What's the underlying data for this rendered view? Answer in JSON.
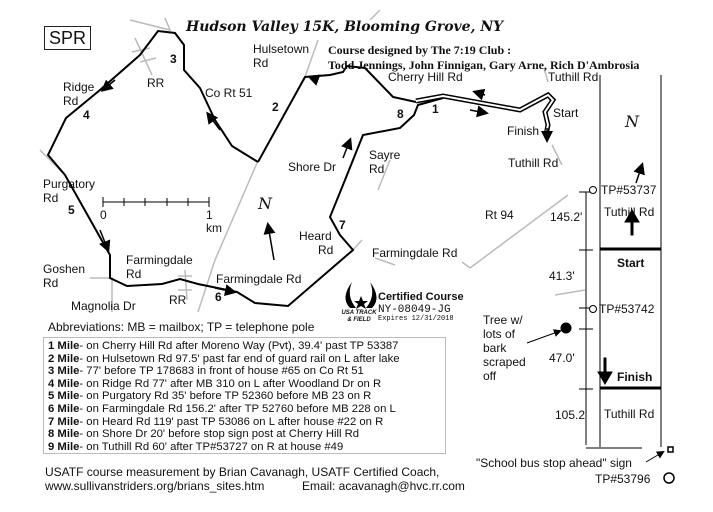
{
  "badge": "SPR",
  "title": "Hudson Valley 15K, Blooming Grove, NY",
  "credits": {
    "line1": "Course designed by The 7:19 Club :",
    "line2": "Todd Jennings, John Finnigan, Gary Arne, Rich D'Ambrosia"
  },
  "roads": {
    "hulsetown": "Hulsetown",
    "rd": "Rd",
    "ridge": "Ridge",
    "rr": "RR",
    "co_rt_51": "Co Rt 51",
    "cherry_hill": "Cherry Hill Rd",
    "tuthill": "Tuthill Rd",
    "start": "Start",
    "finish": "Finish",
    "tuthill2": "Tuthill Rd",
    "shore": "Shore Dr",
    "sayre": "Sayre",
    "purgatory": "Purgatory",
    "rt94": "Rt 94",
    "heard": "Heard",
    "farmingdale": "Farmingdale",
    "farmingdale_rd": "Farmingdale Rd",
    "farmingdale_rd2": "Farmingdale Rd",
    "goshen": "Goshen",
    "magnolia": "Magnolia Dr"
  },
  "mile_markers": [
    "1",
    "2",
    "3",
    "4",
    "5",
    "6",
    "7",
    "8"
  ],
  "scale": {
    "zero": "0",
    "one": "1",
    "unit": "km"
  },
  "north": "N",
  "certification": {
    "title": "Certified Course",
    "code": "NY-08049-JG",
    "expires": "Expires 12/31/2018",
    "logo_text": "USA TRACK & FIELD"
  },
  "abbreviations": "Abbreviations: MB = mailbox; TP = telephone pole",
  "mile_list": [
    {
      "label": "1 Mile",
      "text": "- on Cherry Hill Rd after Moreno Way (Pvt), 39.4' past TP 53387"
    },
    {
      "label": "2 Mile",
      "text": "- on Hulsetown Rd 97.5' past far end of guard rail on L after lake"
    },
    {
      "label": "3 Mile",
      "text": "- 77' before TP 178683 in front of house #65 on Co Rt 51"
    },
    {
      "label": "4 Mile",
      "text": "- on Ridge Rd 77' after MB 310 on L after Woodland Dr on R"
    },
    {
      "label": "5 Mile",
      "text": "- on Purgatory Rd 35' before TP 52360 before MB 23 on R"
    },
    {
      "label": "6 Mile",
      "text": "- on Farmingdale Rd 156.2' after TP 52760 before MB 228 on L"
    },
    {
      "label": "7 Mile",
      "text": "- on Heard Rd 119' past TP 53086 on L after house #22 on R"
    },
    {
      "label": "8 Mile",
      "text": "- on Shore Dr 20' before stop sign post at Cherry Hill Rd"
    },
    {
      "label": "9 Mile",
      "text": "- on Tuthill Rd 60' after TP#53727 on R at house #49"
    }
  ],
  "footer": {
    "line1": "USATF course measurement by Brian Cavanagh, USATF Certified Coach,",
    "url": "www.sullivanstriders.org/brians_sites.htm",
    "email": "Email: acavanagh@hvc.rr.com"
  },
  "detail": {
    "tp1": "TP#53737",
    "tuthill_top": "Tuthill Rd",
    "d1": "145.2'",
    "start": "Start",
    "d2": "41.3'",
    "tp2": "TP#53742",
    "tree": [
      "Tree w/",
      "lots of",
      "bark",
      "scraped",
      "off"
    ],
    "d3": "47.0'",
    "finish": "Finish",
    "d4": "105.2'",
    "tuthill_bottom": "Tuthill Rd",
    "sign": "\"School bus stop ahead\" sign",
    "tp3": "TP#53796"
  }
}
